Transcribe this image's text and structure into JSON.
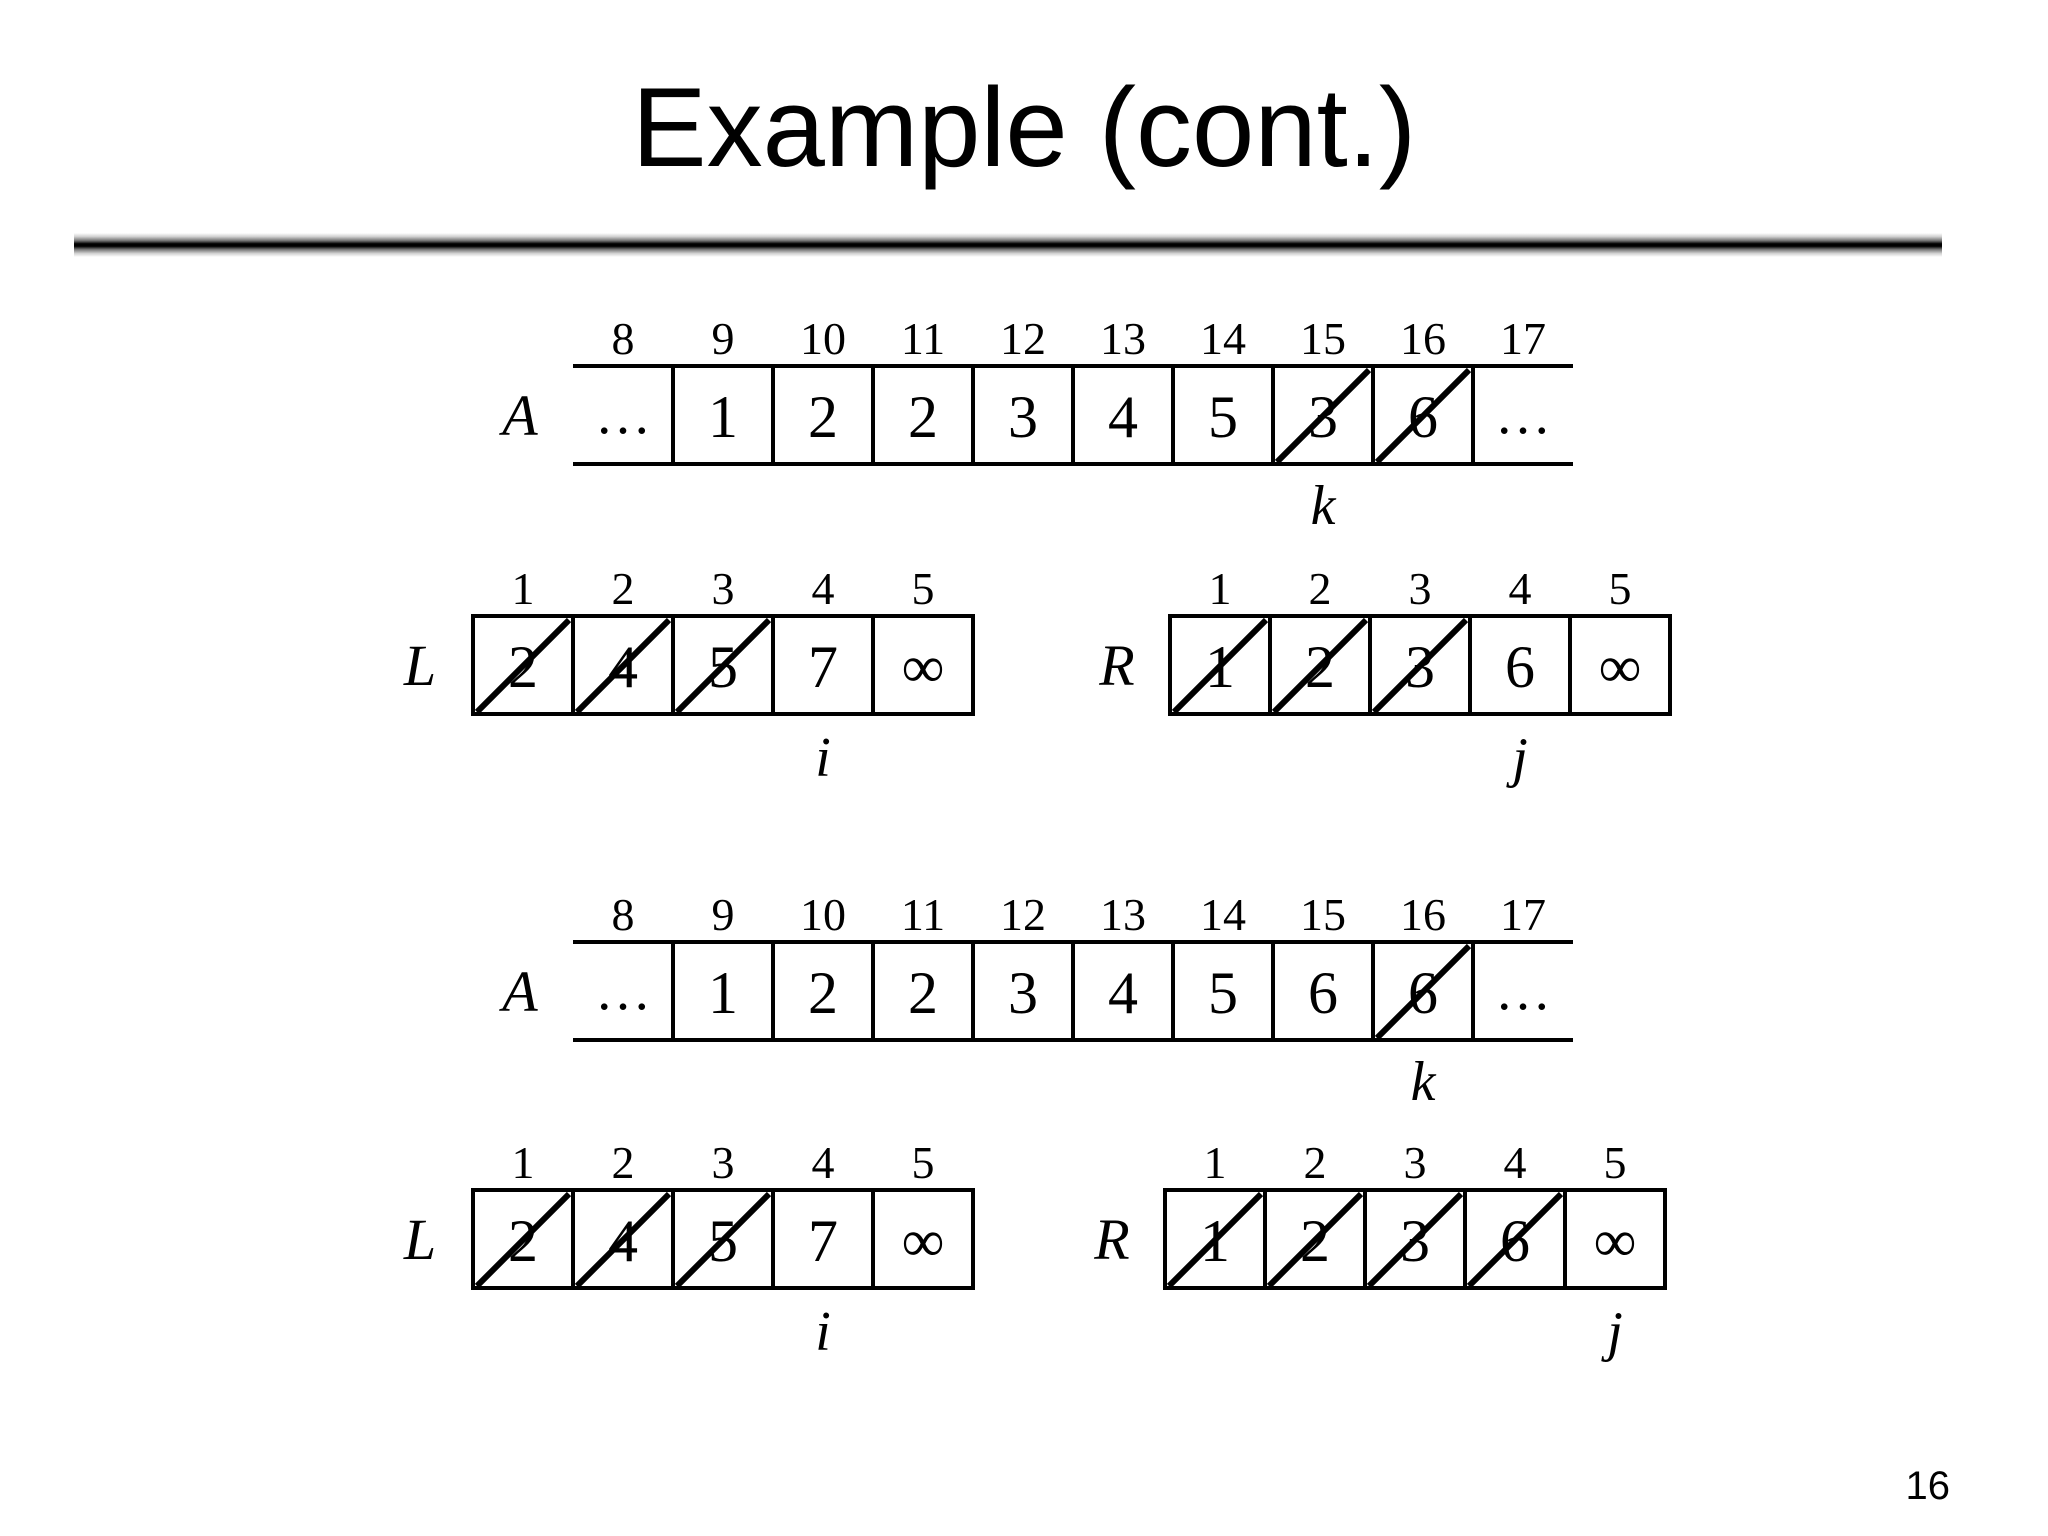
{
  "slide": {
    "title": "Example (cont.)",
    "page_number": "16"
  },
  "panels": [
    {
      "A": {
        "name": "A",
        "indices": [
          "8",
          "9",
          "10",
          "11",
          "12",
          "13",
          "14",
          "15",
          "16",
          "17"
        ],
        "left_ellipsis": "…",
        "right_ellipsis": "…",
        "values": [
          "1",
          "2",
          "2",
          "3",
          "4",
          "5",
          "3",
          "6"
        ],
        "crossed": [
          false,
          false,
          false,
          false,
          false,
          false,
          true,
          true
        ],
        "pointer_label": "k",
        "pointer_at": 15
      },
      "L": {
        "name": "L",
        "indices": [
          "1",
          "2",
          "3",
          "4",
          "5"
        ],
        "values": [
          "2",
          "4",
          "5",
          "7",
          "∞"
        ],
        "crossed": [
          true,
          true,
          true,
          false,
          false
        ],
        "pointer_label": "i",
        "pointer_at": 4
      },
      "R": {
        "name": "R",
        "indices": [
          "1",
          "2",
          "3",
          "4",
          "5"
        ],
        "values": [
          "1",
          "2",
          "3",
          "6",
          "∞"
        ],
        "crossed": [
          true,
          true,
          true,
          false,
          false
        ],
        "pointer_label": "j",
        "pointer_at": 4
      }
    },
    {
      "A": {
        "name": "A",
        "indices": [
          "8",
          "9",
          "10",
          "11",
          "12",
          "13",
          "14",
          "15",
          "16",
          "17"
        ],
        "left_ellipsis": "…",
        "right_ellipsis": "…",
        "values": [
          "1",
          "2",
          "2",
          "3",
          "4",
          "5",
          "6",
          "6"
        ],
        "crossed": [
          false,
          false,
          false,
          false,
          false,
          false,
          false,
          true
        ],
        "pointer_label": "k",
        "pointer_at": 16
      },
      "L": {
        "name": "L",
        "indices": [
          "1",
          "2",
          "3",
          "4",
          "5"
        ],
        "values": [
          "2",
          "4",
          "5",
          "7",
          "∞"
        ],
        "crossed": [
          true,
          true,
          true,
          false,
          false
        ],
        "pointer_label": "i",
        "pointer_at": 4
      },
      "R": {
        "name": "R",
        "indices": [
          "1",
          "2",
          "3",
          "4",
          "5"
        ],
        "values": [
          "1",
          "2",
          "3",
          "6",
          "∞"
        ],
        "crossed": [
          true,
          true,
          true,
          true,
          false
        ],
        "pointer_label": "j",
        "pointer_at": 5
      }
    }
  ]
}
